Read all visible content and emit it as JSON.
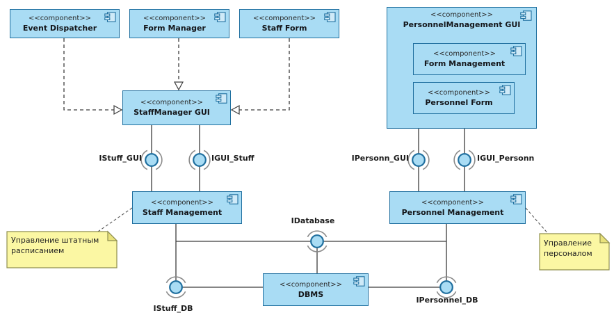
{
  "stereotype": "<<component>>",
  "components": {
    "event_dispatcher": {
      "name": "Event Dispatcher"
    },
    "form_manager": {
      "name": "Form Manager"
    },
    "staff_form": {
      "name": "Staff Form"
    },
    "personnelmanagement_gui": {
      "name": "PersonnelManagement GUI"
    },
    "form_management": {
      "name": "Form Management"
    },
    "personnel_form": {
      "name": "Personnel Form"
    },
    "staffmanager_gui": {
      "name": "StaffManager GUI"
    },
    "staff_management": {
      "name": "Staff Management"
    },
    "personnel_management": {
      "name": "Personnel Management"
    },
    "dbms": {
      "name": "DBMS"
    }
  },
  "interfaces": {
    "istuff_gui": "IStuff_GUI",
    "igui_stuff": "IGUI_Stuff",
    "ipersonn_gui": "IPersonn_GUI",
    "igui_personn": "IGUI_Personn",
    "idatabase": "IDatabase",
    "istuff_db": "IStuff_DB",
    "ipersonnel_db": "IPersonnel_DB"
  },
  "notes": {
    "staff_note": {
      "line1": "Управление штатным",
      "line2": "расписанием"
    },
    "personnel_note": {
      "line1": "Управление",
      "line2": "персоналом"
    }
  },
  "colors": {
    "component_fill": "#a9dcf4",
    "component_border": "#1f6f9f",
    "icon_fill": "#cfeaf8",
    "socket_color": "#8a8a8a",
    "line_color": "#3c3c3c",
    "note_fill": "#fbf7a3",
    "note_fold": "#e9e27b",
    "note_border": "#8f8f4f"
  }
}
